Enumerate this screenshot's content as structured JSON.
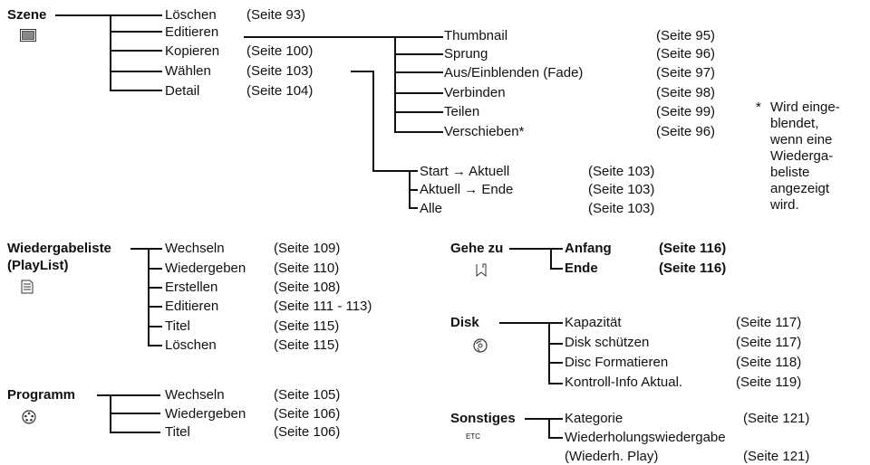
{
  "szene": {
    "title": "Szene",
    "icon": "scene-film-icon",
    "items": [
      {
        "label": "Löschen",
        "page": "(Seite 93)"
      },
      {
        "label": "Editieren",
        "page": ""
      },
      {
        "label": "Kopieren",
        "page": "(Seite 100)"
      },
      {
        "label": "Wählen",
        "page": "(Seite 103)"
      },
      {
        "label": "Detail",
        "page": "(Seite 104)"
      }
    ],
    "edit_items": [
      {
        "label": "Thumbnail",
        "page": "(Seite 95)"
      },
      {
        "label": "Sprung",
        "page": "(Seite 96)"
      },
      {
        "label": "Aus/Einblenden (Fade)",
        "page": "(Seite 97)"
      },
      {
        "label": "Verbinden",
        "page": "(Seite 98)"
      },
      {
        "label": "Teilen",
        "page": "(Seite 99)"
      },
      {
        "label": "Verschieben*",
        "page": "(Seite 96)"
      }
    ],
    "select_items": [
      {
        "label": "Start → Aktuell",
        "page": "(Seite 103)"
      },
      {
        "label": "Aktuell → Ende",
        "page": "(Seite 103)"
      },
      {
        "label": "Alle",
        "page": "(Seite 103)"
      }
    ]
  },
  "footnote": {
    "marker": "*",
    "lines": [
      "Wird einge-",
      "blendet,",
      "wenn eine",
      "Wiederga-",
      "beliste",
      "angezeigt",
      "wird."
    ]
  },
  "playlist": {
    "title_line1": "Wiedergabeliste",
    "title_line2": "(PlayList)",
    "icon": "playlist-icon",
    "items": [
      {
        "label": "Wechseln",
        "page": "(Seite 109)"
      },
      {
        "label": "Wiedergeben",
        "page": "(Seite 110)"
      },
      {
        "label": "Erstellen",
        "page": "(Seite 108)"
      },
      {
        "label": "Editieren",
        "page": "(Seite 111 - 113)"
      },
      {
        "label": "Titel",
        "page": "(Seite 115)"
      },
      {
        "label": "Löschen",
        "page": "(Seite 115)"
      }
    ]
  },
  "programm": {
    "title": "Programm",
    "icon": "program-icon",
    "items": [
      {
        "label": "Wechseln",
        "page": "(Seite 105)"
      },
      {
        "label": "Wiedergeben",
        "page": "(Seite 106)"
      },
      {
        "label": "Titel",
        "page": "(Seite 106)"
      }
    ]
  },
  "gehezu": {
    "title": "Gehe zu",
    "icon": "goto-bookmark-icon",
    "items": [
      {
        "label": "Anfang",
        "page": "(Seite 116)"
      },
      {
        "label": "Ende",
        "page": "(Seite 116)"
      }
    ]
  },
  "disk": {
    "title": "Disk",
    "icon": "disc-icon",
    "items": [
      {
        "label": "Kapazität",
        "page": "(Seite 117)"
      },
      {
        "label": "Disk schützen",
        "page": "(Seite 117)"
      },
      {
        "label": "Disc Formatieren",
        "page": "(Seite 118)"
      },
      {
        "label": "Kontroll-Info Aktual.",
        "page": "(Seite 119)"
      }
    ]
  },
  "sonstiges": {
    "title": "Sonstiges",
    "icon_text": "ETC",
    "items": [
      {
        "label": "Kategorie",
        "page": "(Seite 121)"
      },
      {
        "label": "Wiederholungswiedergabe",
        "page": ""
      },
      {
        "label": "(Wiederh. Play)",
        "page": "(Seite 121)"
      }
    ]
  }
}
